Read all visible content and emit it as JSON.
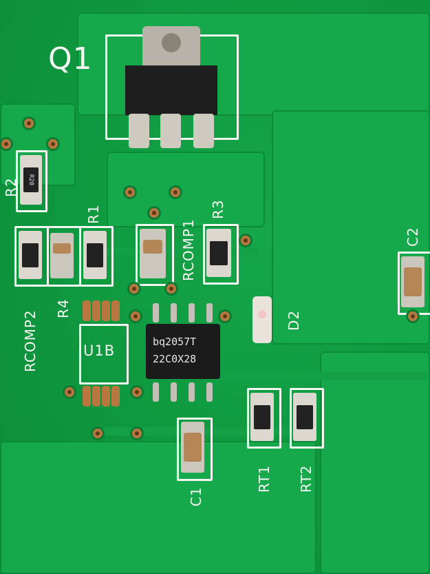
{
  "board": {
    "labels": {
      "q1": "Q1",
      "r2": "R2",
      "r1": "R1",
      "rcomp1": "RCOMP1",
      "r3": "R3",
      "c2": "C2",
      "rcomp2": "RCOMP2",
      "r4": "R4",
      "u1b": "U1B",
      "d2": "D2",
      "rt1": "RT1",
      "rt2": "RT2",
      "c1": "C1"
    },
    "ic_marking": {
      "line1": "bq2057T",
      "line2": "22C0X28"
    },
    "resistor_codes": {
      "r2": "R20"
    }
  }
}
